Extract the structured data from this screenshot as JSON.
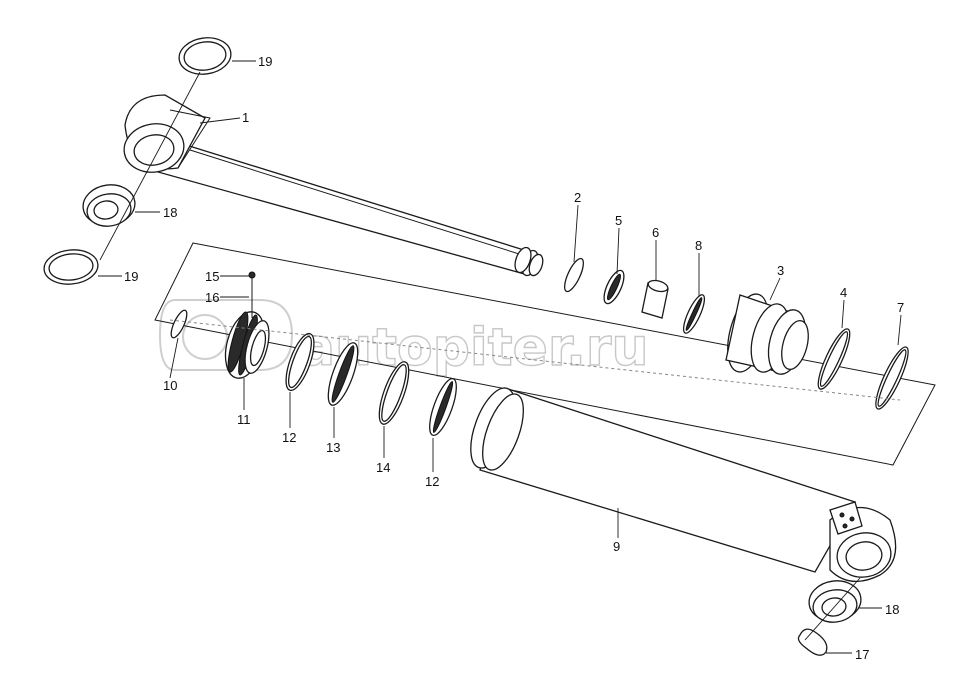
{
  "watermark": {
    "text": "autopiter.ru"
  },
  "callouts": {
    "c1": "1",
    "c2": "2",
    "c3": "3",
    "c4": "4",
    "c5": "5",
    "c6": "6",
    "c7": "7",
    "c8": "8",
    "c9": "9",
    "c10": "10",
    "c11": "11",
    "c12a": "12",
    "c12b": "12",
    "c13": "13",
    "c14": "14",
    "c15": "15",
    "c16": "16",
    "c17": "17",
    "c18a": "18",
    "c18b": "18",
    "c19a": "19",
    "c19b": "19"
  }
}
